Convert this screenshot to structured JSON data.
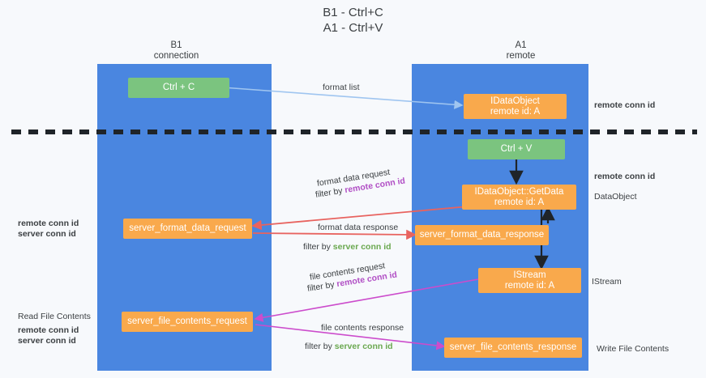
{
  "title": {
    "line1": "B1 - Ctrl+C",
    "line2": "A1 - Ctrl+V"
  },
  "lanes": [
    {
      "name": "b1",
      "head_line1": "B1",
      "head_line2": "connection",
      "color": "#4a86e0"
    },
    {
      "name": "a1",
      "head_line1": "A1",
      "head_line2": "remote",
      "color": "#4a86e0"
    }
  ],
  "nodes": {
    "ctrl_c": {
      "label": "Ctrl + C",
      "color": "#7bc47f"
    },
    "idataobject_top": {
      "line1": "IDataObject",
      "line2": "remote id: A",
      "color": "#f9a94c"
    },
    "ctrl_v": {
      "label": "Ctrl + V",
      "color": "#7bc47f"
    },
    "getdata": {
      "line1": "IDataObject::GetData",
      "line2": "remote id: A",
      "color": "#f9a94c"
    },
    "format_req": {
      "label": "server_format_data_request",
      "color": "#f9a94c"
    },
    "format_resp": {
      "label": "server_format_data_response",
      "color": "#f9a94c"
    },
    "istream": {
      "line1": "IStream",
      "line2": "remote id: A",
      "color": "#f9a94c"
    },
    "file_req": {
      "label": "server_file_contents_request",
      "color": "#f9a94c"
    },
    "file_resp": {
      "label": "server_file_contents_response",
      "color": "#f9a94c"
    }
  },
  "edge_labels": {
    "format_list": "format list",
    "format_data_request": "format data request",
    "format_data_request_filter_prefix": "filter by ",
    "format_data_request_filter_key": "remote conn id",
    "format_data_response": "format data response",
    "format_data_response_filter_prefix": "filter by ",
    "format_data_response_filter_key": "server conn id",
    "file_contents_request": "file contents request",
    "file_contents_request_filter_prefix": "filter by ",
    "file_contents_request_filter_key": "remote conn id",
    "file_contents_response": "file contents response",
    "file_contents_response_filter_prefix": "filter by ",
    "file_contents_response_filter_key": "server conn id"
  },
  "annotations": {
    "left_mid_remote": "remote conn id",
    "left_mid_server": "server conn id",
    "left_read_file": "Read File Contents",
    "left_bottom_remote": "remote conn id",
    "left_bottom_server": "server conn id",
    "right_top_remote": "remote conn id",
    "right_mid_remote": "remote conn id",
    "right_dataobject": "DataObject",
    "right_istream": "IStream",
    "right_write_file": "Write File Contents"
  },
  "colors": {
    "lane": "#4a86e0",
    "green_node": "#7bc47f",
    "orange_node": "#f9a94c",
    "purple_key": "#b14fc5",
    "green_key": "#6aa84f",
    "arrow_blue": "#9fc5f0",
    "arrow_red": "#e8635f",
    "arrow_magenta": "#cc4ccc",
    "arrow_dark": "#1f2429",
    "divider": "#1f2429",
    "background": "#f7f9fc"
  }
}
